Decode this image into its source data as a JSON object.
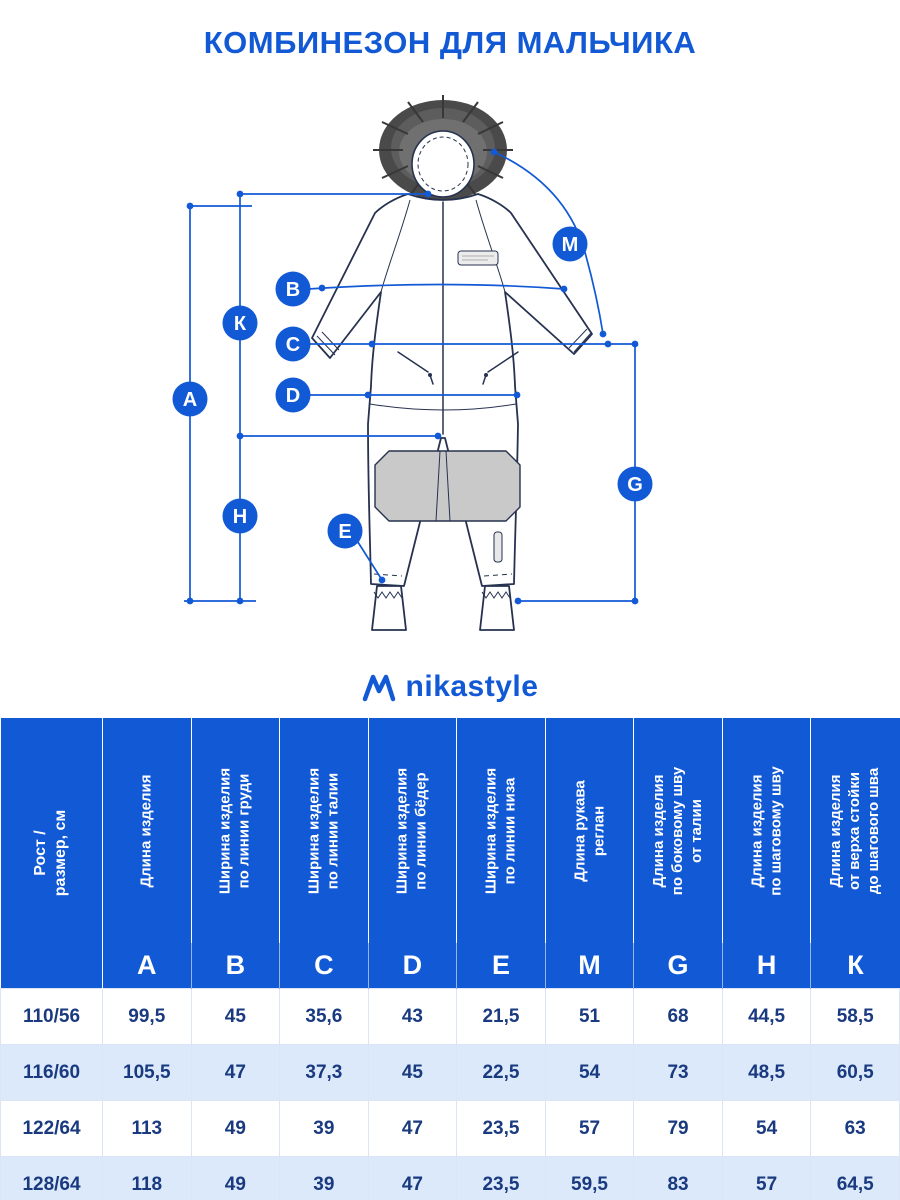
{
  "title": "КОМБИНЕЗОН ДЛЯ МАЛЬЧИКА",
  "brand": {
    "name": "nikastyle"
  },
  "colors": {
    "accent": "#1259d6",
    "row_alt": "#dce9fb",
    "data_text": "#1a3a80",
    "fur_gray": "#4a4a4a",
    "knee_patch_gray": "#c9c9c9"
  },
  "diagram": {
    "letters": {
      "A": "A",
      "B": "B",
      "C": "C",
      "D": "D",
      "E": "E",
      "M": "M",
      "G": "G",
      "H": "H",
      "K": "К"
    }
  },
  "table": {
    "size_header": "Рост /\nразмер, см",
    "columns": [
      {
        "letter": "A",
        "label": "Длина изделия"
      },
      {
        "letter": "B",
        "label": "Ширина изделия\nпо линии груди"
      },
      {
        "letter": "C",
        "label": "Ширина изделия\nпо линии талии"
      },
      {
        "letter": "D",
        "label": "Ширина изделия\nпо линии бёдер"
      },
      {
        "letter": "E",
        "label": "Ширина изделия\nпо линии низа"
      },
      {
        "letter": "M",
        "label": "Длина  рукава\nреглан"
      },
      {
        "letter": "G",
        "label": "Длина изделия\nпо боковому шву\nот талии"
      },
      {
        "letter": "H",
        "label": "Длина изделия\nпо шаговому шву"
      },
      {
        "letter": "К",
        "label": "Длина изделия\nот верха стойки\nдо шагового шва"
      }
    ],
    "rows": [
      {
        "size": "110/56",
        "values": [
          "99,5",
          "45",
          "35,6",
          "43",
          "21,5",
          "51",
          "68",
          "44,5",
          "58,5"
        ]
      },
      {
        "size": "116/60",
        "values": [
          "105,5",
          "47",
          "37,3",
          "45",
          "22,5",
          "54",
          "73",
          "48,5",
          "60,5"
        ]
      },
      {
        "size": "122/64",
        "values": [
          "113",
          "49",
          "39",
          "47",
          "23,5",
          "57",
          "79",
          "54",
          "63"
        ]
      },
      {
        "size": "128/64",
        "values": [
          "118",
          "49",
          "39",
          "47",
          "23,5",
          "59,5",
          "83",
          "57",
          "64,5"
        ]
      }
    ]
  }
}
